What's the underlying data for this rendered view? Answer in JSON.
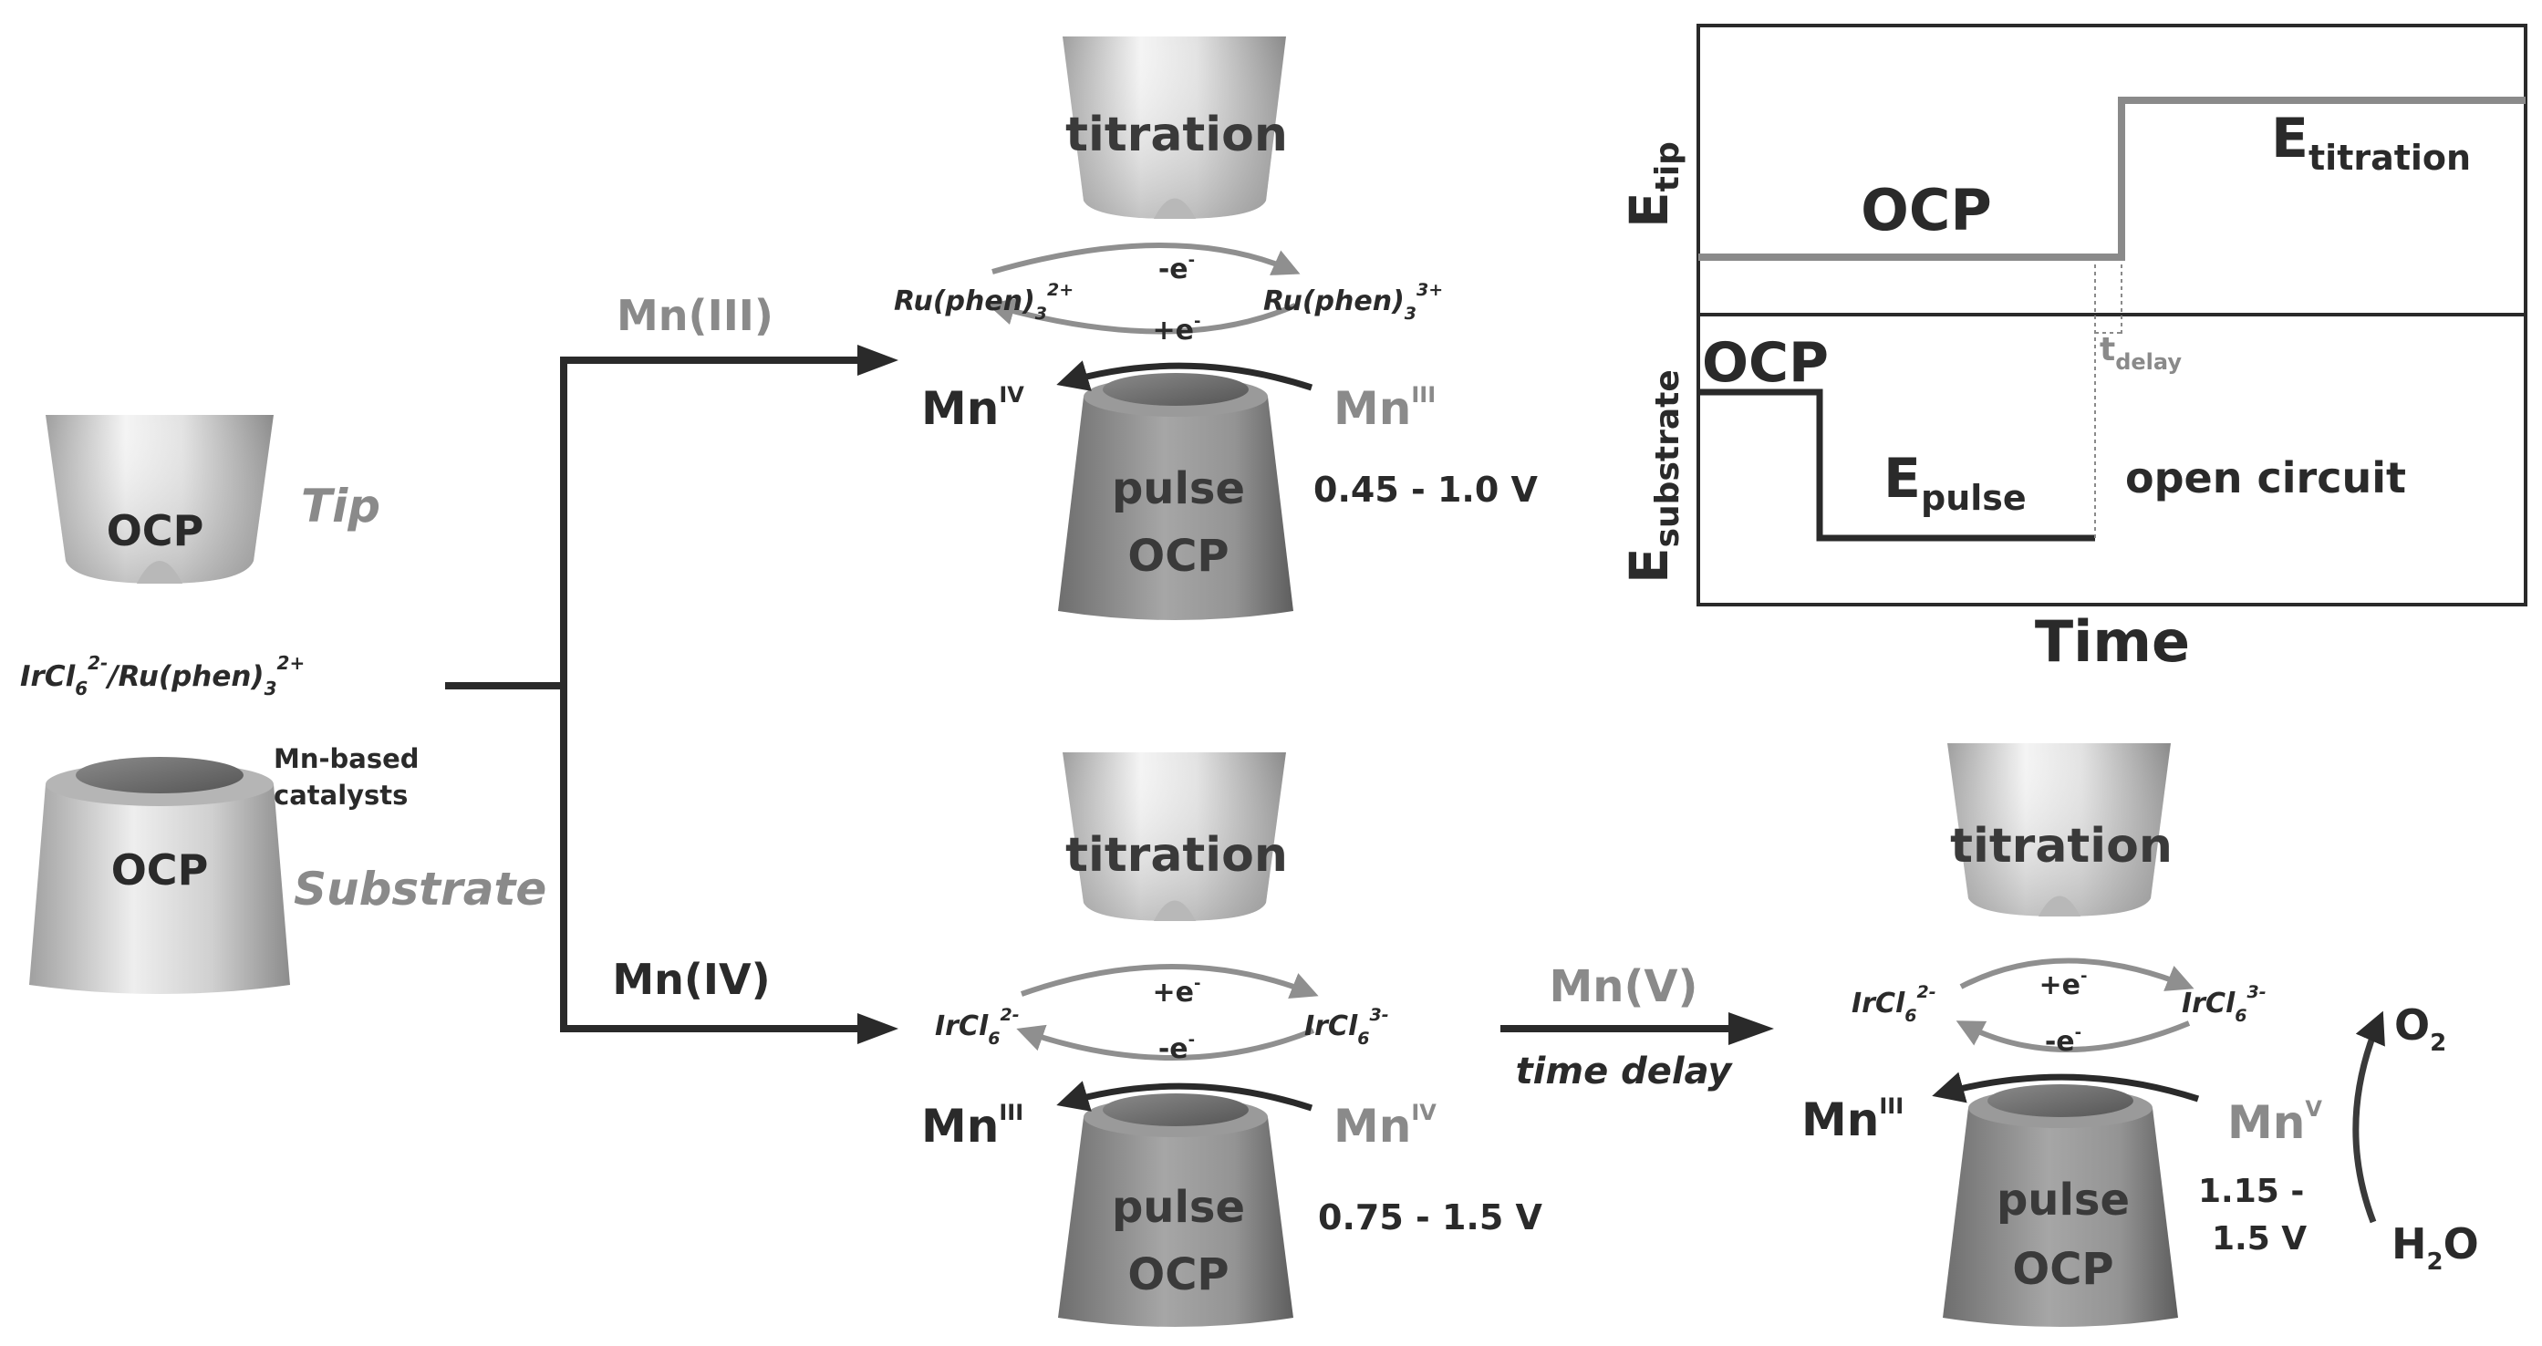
{
  "colors": {
    "dark": "#2a2a2a",
    "mid": "#8a8a8a",
    "light": "#a9a9a9"
  },
  "icons": {
    "arrow": "arrow-right-icon",
    "electrode": "electrode-cone-icon"
  },
  "start": {
    "tip_label": "OCP",
    "tip_caption": "Tip",
    "mediator": "IrCl",
    "mediator_sub": "6",
    "mediator_sup": "2-",
    "mediator_slash": "/Ru(phen)",
    "mediator2_sub": "3",
    "mediator2_sup": "2+",
    "substrate_label": "OCP",
    "substrate_caption": "Substrate",
    "catalyst_line1": "Mn-based",
    "catalyst_line2": "catalysts"
  },
  "branch_top": {
    "label": "Mn(III)",
    "tip_label": "titration",
    "left_species": "Ru(phen)",
    "left_sub": "3",
    "left_sup": "2+",
    "right_species": "Ru(phen)",
    "right_sub": "3",
    "right_sup": "3+",
    "upper_e": "-e",
    "upper_sup": "-",
    "lower_e": "+e",
    "lower_sup": "-",
    "mn_left": "Mn",
    "mn_left_sup": "IV",
    "mn_right": "Mn",
    "mn_right_sup": "III",
    "sub_line1": "pulse",
    "sub_line2": "OCP",
    "voltage": "0.45 - 1.0 V"
  },
  "branch_bottom": {
    "label": "Mn(IV)",
    "tip_label": "titration",
    "left_species": "IrCl",
    "left_sub": "6",
    "left_sup": "2-",
    "right_species": "IrCl",
    "right_sub": "6",
    "right_sup": "3-",
    "upper_e": "+e",
    "upper_sup": "-",
    "lower_e": "-e",
    "lower_sup": "-",
    "mn_left": "Mn",
    "mn_left_sup": "III",
    "mn_right": "Mn",
    "mn_right_sup": "IV",
    "sub_line1": "pulse",
    "sub_line2": "OCP",
    "voltage": "0.75 - 1.5 V"
  },
  "step_v": {
    "label": "Mn(V)",
    "caption": "time delay"
  },
  "branch_v": {
    "tip_label": "titration",
    "left_species": "IrCl",
    "left_sub": "6",
    "left_sup": "2-",
    "right_species": "IrCl",
    "right_sub": "6",
    "right_sup": "3-",
    "upper_e": "+e",
    "upper_sup": "-",
    "lower_e": "-e",
    "lower_sup": "-",
    "mn_left": "Mn",
    "mn_left_sup": "III",
    "mn_right": "Mn",
    "mn_right_sup": "V",
    "sub_line1": "pulse",
    "sub_line2": "OCP",
    "voltage_line1": "1.15 -",
    "voltage_line2": "1.5 V",
    "o2": "O",
    "o2_sub": "2",
    "h2o_h": "H",
    "h2o_sub": "2",
    "h2o_o": "O"
  },
  "timing": {
    "etip": "E",
    "etip_sub": "tip",
    "esub": "E",
    "esub_sub": "substrate",
    "tip_ocp": "OCP",
    "etitration": "E",
    "etitration_sub": "titration",
    "sub_ocp": "OCP",
    "epulse": "E",
    "epulse_sub": "pulse",
    "open_circuit": "open circuit",
    "tdelay": "t",
    "tdelay_sub": "delay",
    "xlabel": "Time"
  }
}
